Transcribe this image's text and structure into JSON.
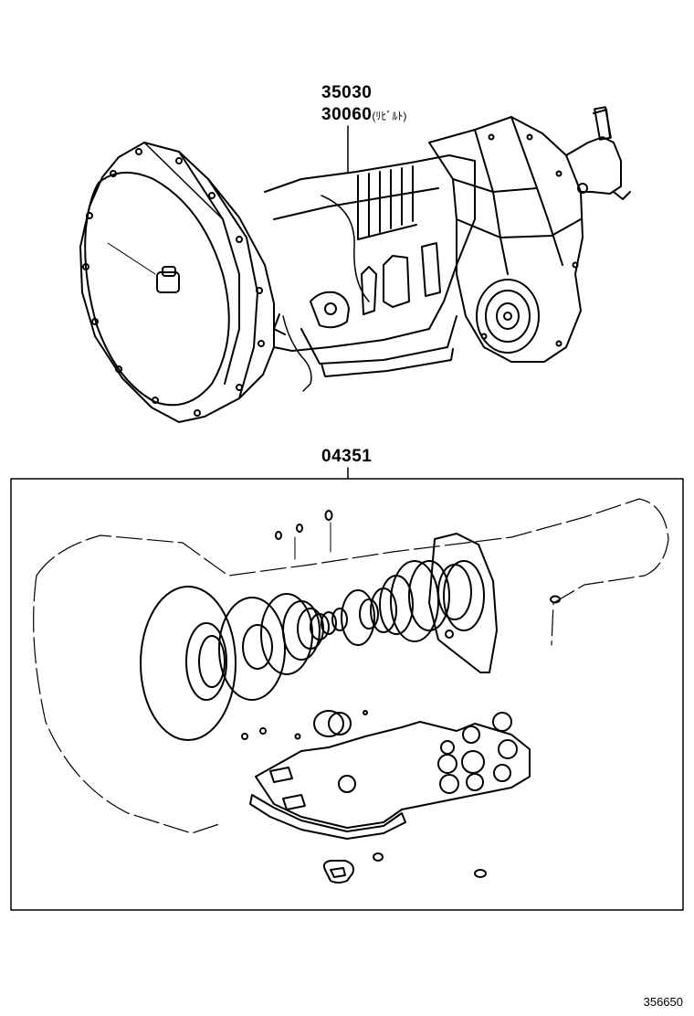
{
  "labels": {
    "assembly_part_1": "35030",
    "assembly_part_2": "30060",
    "assembly_part_2_note": "(ﾘﾋﾞﾙﾄ)",
    "gasket_kit_part": "04351"
  },
  "figure_number": "356650",
  "icons": [
    "transmission-assembly-drawing",
    "gasket-kit-drawing"
  ]
}
